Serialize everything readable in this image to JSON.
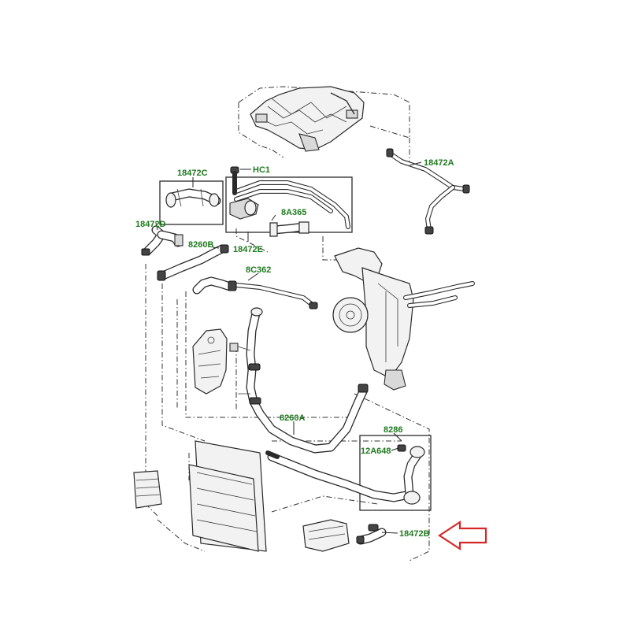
{
  "colors": {
    "label": "#1f7a1f",
    "arrow": "#d62828",
    "line": "#2a2a2a"
  },
  "labels": {
    "c18472C": "18472C",
    "hc1": "HC1",
    "c18472A": "18472A",
    "c8A365": "8A365",
    "c18472D": "18472D",
    "c8260B": "8260B",
    "c18472E": "18472E",
    "c8C362": "8C362",
    "c8260A": "8260A",
    "c8286": "8286",
    "c12A648": "12A648",
    "c18472B": "18472B"
  },
  "highlight": {
    "part": "18472B",
    "icon": "red-outline-arrow-left-icon"
  }
}
